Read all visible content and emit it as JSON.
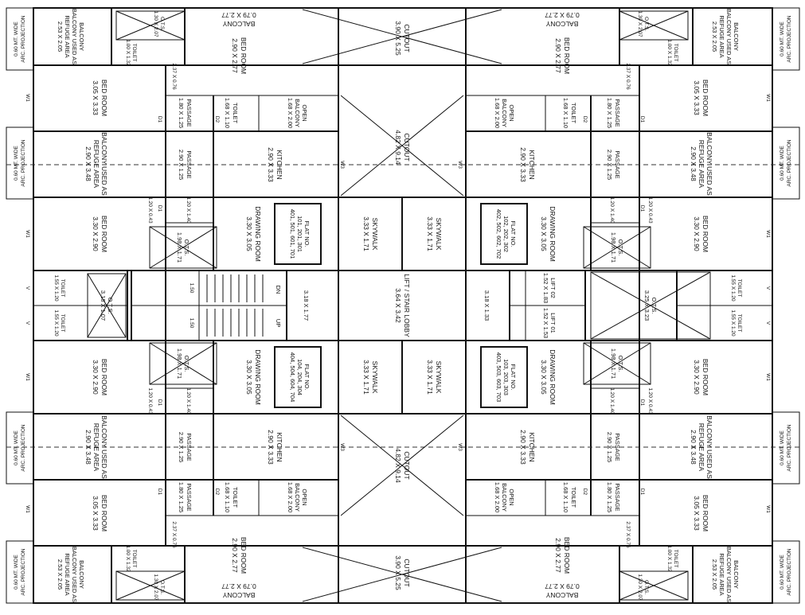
{
  "labels": {
    "bed_room": "BED ROOM",
    "balcony": "BALCONY",
    "balcony_refuge": "BALCONY USED AS",
    "refuge_area": "REFUGE AREA",
    "toilet": "TOILET",
    "passage": "PASSAGE",
    "kitchen": "KITCHEN",
    "open": "OPEN",
    "drawing_room": "DRAWING ROOM",
    "skywalk": "SKYWALK",
    "ots": "O.T.S.",
    "cutout": "CUTOUT",
    "lift_lobby": "LIFT / STAIR LOBBY",
    "lift_01": "LIFT 01",
    "lift_02": "LIFT 02",
    "dn": "DN",
    "up": "UP",
    "wide": "0.60 MT. WIDE",
    "arc_proj": "ARC. PROJECTION",
    "flat_no": "FLAT NO."
  },
  "dims": {
    "bed_305_333": "3.05 X 3.33",
    "bed_330_290": "3.30 X 2.90",
    "bed_290_277": "2.90 X 2.77",
    "balc_290_348": "2.90 X 3.48",
    "balc_253_205": "2.53 X 2.05",
    "balcony_079_277": "0.79 X 2.77",
    "passage_180_125": "1.80 X 1.25",
    "passage_290_125": "2.90 X 1.25",
    "kitchen_290_333": "2.90 X 3.33",
    "toilet_168_110": "1.68 X 1.10",
    "open_balc_168_200": "1.68 X 2.00",
    "drawing_330_305": "3.30 X 3.05",
    "skywalk_333_171": "3.33 X 1.71",
    "ots_198_171": "1.98 X 1.71",
    "ots_318_107": "3.18 X 1.07",
    "ots_325_323": "3.25 X 3.23",
    "ots_130_207": "1.30 X 2.07",
    "toilet_155_120": "1.55 X 1.20",
    "cutout_390_525": "3.90 X 5.25",
    "cutout_482_914": "4.82 X 9.14",
    "lobby_364_342": "3.64 X 3.42",
    "stair_318_177": "3.18 X 1.77",
    "lobby_318_133": "3.18 X 1.33",
    "lift_152_183": "1.52 X 1.83",
    "lift_152_153": "1.52 X 1.53",
    "dim_237_076": "2.37 X 0.76",
    "dim_120_140": "1.20 X 1.40",
    "dim_120_043": "1.20 X 0.43",
    "toilet_100_132": "1.00 X 1.32",
    "stair_150": "1.50"
  },
  "flats": {
    "tl": [
      "101, 201, 301",
      "401, 501, 601, 701"
    ],
    "tr": [
      "102, 202, 302",
      "402, 502, 602, 702"
    ],
    "bl": [
      "104, 204, 304",
      "404, 504, 604, 704"
    ],
    "br": [
      "103, 203, 303",
      "403, 503, 603, 703"
    ]
  },
  "marks": {
    "d1": "D1",
    "d2": "D2",
    "w1": "W1",
    "w3": "W3",
    "v": "V"
  }
}
